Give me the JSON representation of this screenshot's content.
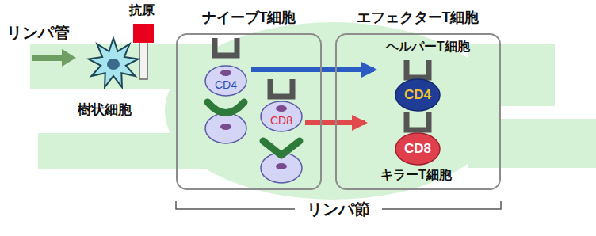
{
  "diagram": {
    "nodes": [
      {
        "text": [
          "樹状細胞"
        ]
      },
      {
        "text": [
          "ナイーブT細胞"
        ]
      },
      {
        "text": [
          "CD4"
        ],
        "in": 1
      },
      {
        "text": [
          "CD8"
        ],
        "in": 1
      },
      {
        "text": [
          "エフェクターT細胞"
        ]
      },
      {
        "text": [
          "ヘルパーT細胞",
          "CD4"
        ],
        "in": 4
      },
      {
        "text": [
          "CD8",
          "キラーT細胞"
        ],
        "in": 4
      }
    ],
    "edges": [
      {
        "from": 2,
        "to": 5,
        "arrow": "to"
      },
      {
        "from": 3,
        "to": 6,
        "arrow": "to"
      }
    ],
    "labels": [
      "リンパ管",
      "抗原",
      "リンパ節"
    ]
  }
}
